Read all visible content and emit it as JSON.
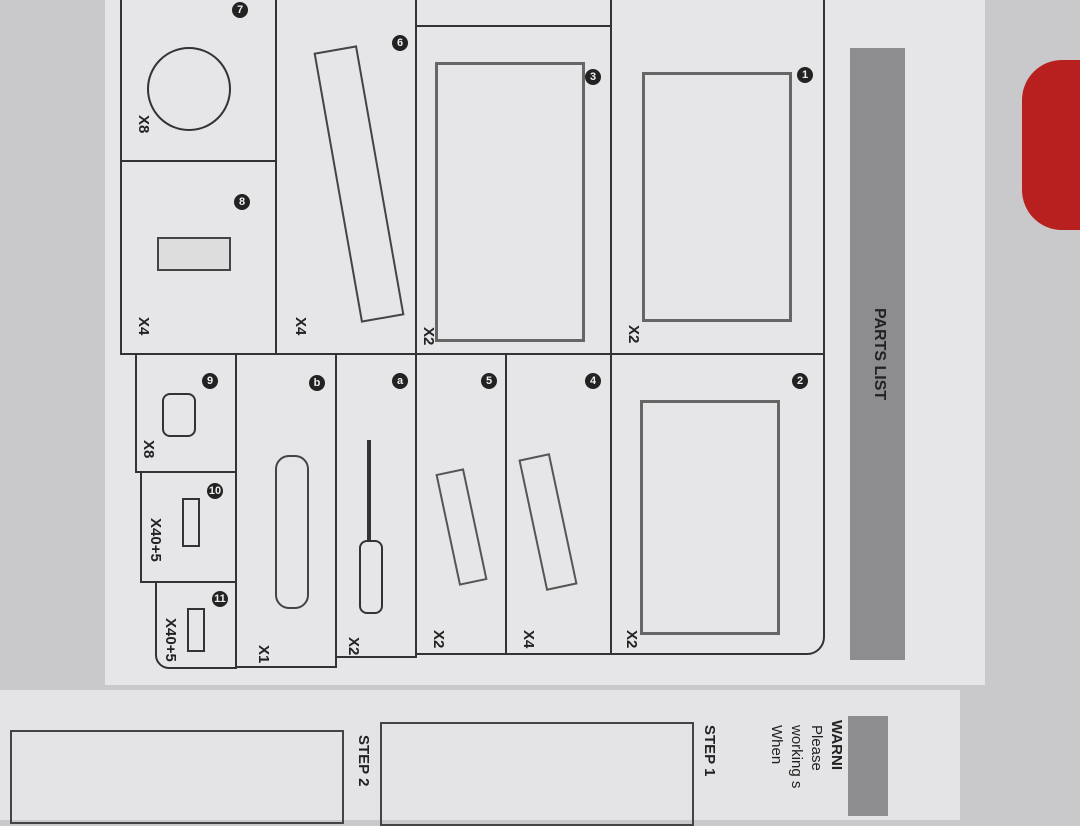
{
  "header": {
    "title": "PARTS LIST"
  },
  "parts": [
    {
      "id": "1",
      "qty": "X2"
    },
    {
      "id": "2",
      "qty": "X2"
    },
    {
      "id": "3",
      "qty": "X2"
    },
    {
      "id": "4",
      "qty": "X4"
    },
    {
      "id": "5",
      "qty": "X2"
    },
    {
      "id": "6",
      "qty": "X4"
    },
    {
      "id": "a",
      "qty": "X2"
    },
    {
      "id": "b",
      "qty": "X1"
    },
    {
      "id": "7",
      "qty": "X8"
    },
    {
      "id": "8",
      "qty": "X4"
    },
    {
      "id": "9",
      "qty": "X8"
    },
    {
      "id": "10",
      "qty": "X40+5"
    },
    {
      "id": "11",
      "qty": "X40+5"
    }
  ],
  "next_page": {
    "step1": "STEP 1",
    "step2": "STEP 2",
    "warning": "WARNI",
    "line1": "Please",
    "line2": "working s",
    "line3": "When"
  }
}
